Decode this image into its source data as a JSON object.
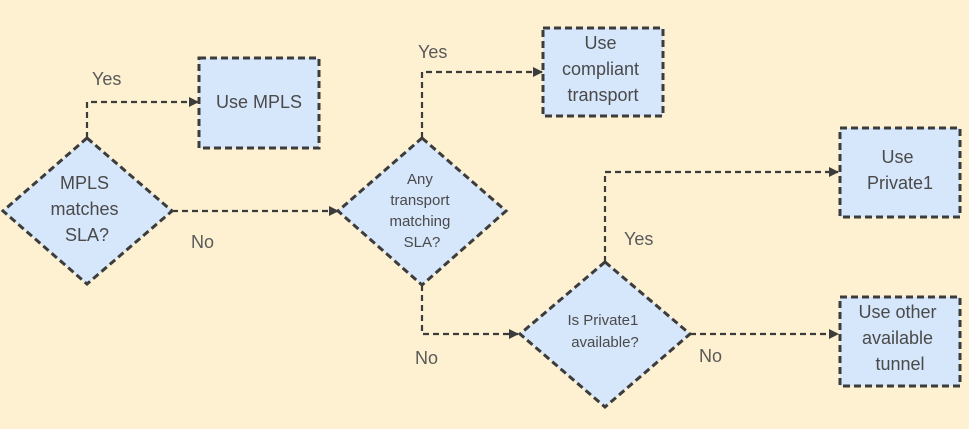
{
  "colors": {
    "background": "#fdf1d1",
    "node_fill": "#d6e6fb",
    "stroke": "#3c3c3c",
    "text": "#4a4a4a"
  },
  "nodes": {
    "mpls_decision": [
      "MPLS",
      "matches",
      "SLA?"
    ],
    "use_mpls": [
      "Use MPLS"
    ],
    "any_transport_decision": [
      "Any",
      "transport",
      "matching",
      "SLA?"
    ],
    "use_compliant": [
      "Use",
      "compliant",
      "transport"
    ],
    "private1_decision": [
      "Is Private1",
      "available?"
    ],
    "use_private1": [
      "Use",
      "Private1"
    ],
    "use_other_tunnel": [
      "Use other",
      "available",
      "tunnel"
    ]
  },
  "edge_labels": {
    "mpls_yes": "Yes",
    "mpls_no": "No",
    "any_yes": "Yes",
    "any_no": "No",
    "private1_yes": "Yes",
    "private1_no": "No"
  }
}
